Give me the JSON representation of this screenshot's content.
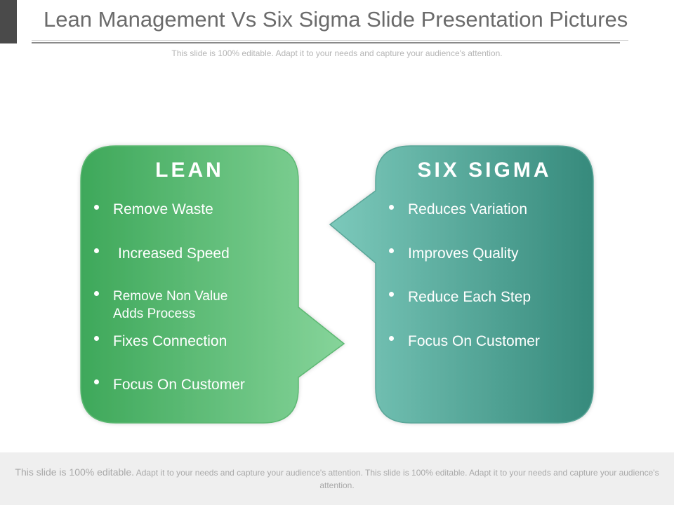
{
  "slide": {
    "title": "Lean Management Vs Six Sigma Slide Presentation Pictures",
    "subtitle": "This slide is 100% editable. Adapt it to your needs and capture your audience's attention."
  },
  "lean": {
    "heading": "LEAN",
    "items": [
      "Remove Waste",
      "Increased Speed",
      "Remove Non Value",
      "Adds Process",
      "Fixes Connection",
      "Focus On Customer"
    ],
    "color_start": "#3ea85a",
    "color_end": "#86d49a"
  },
  "six_sigma": {
    "heading": "SIX SIGMA",
    "items": [
      "Reduces Variation",
      "Improves Quality",
      "Reduce Each Step",
      "Focus On Customer"
    ],
    "color_start": "#7cc9bb",
    "color_end": "#368a7c"
  },
  "footer": {
    "lead": "This slide is 100% editable.",
    "text": "Adapt it to your needs and capture your audience's attention. This slide is 100% editable. Adapt it to your needs and capture your audience's attention."
  }
}
